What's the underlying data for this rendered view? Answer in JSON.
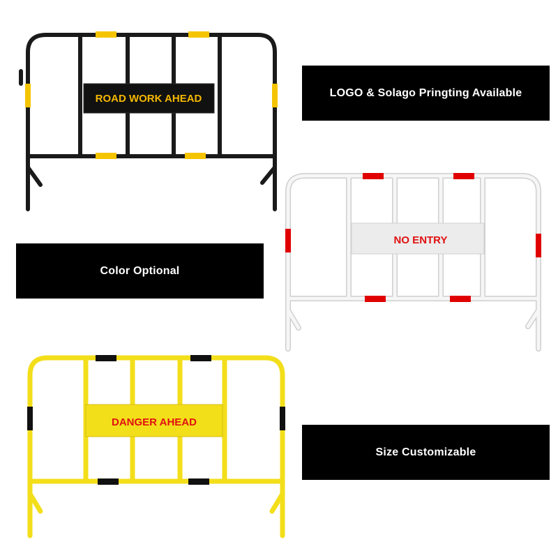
{
  "banners": {
    "logo": "LOGO & Solago Pringting Available",
    "color": "Color Optional",
    "size": "Size Customizable"
  },
  "barriers": [
    {
      "id": "black",
      "sign": "ROAD WORK AHEAD",
      "frame_color": "#1a1a1a",
      "stripe_color": "#f5c400",
      "sign_bg": "#111111",
      "sign_text_color": "#f5b800"
    },
    {
      "id": "white",
      "sign": "NO ENTRY",
      "frame_color": "#f4f4f4",
      "stripe_color": "#e00000",
      "sign_bg": "#ececec",
      "sign_text_color": "#e01010"
    },
    {
      "id": "yellow",
      "sign": "DANGER AHEAD",
      "frame_color": "#f3de1a",
      "stripe_color": "#111111",
      "sign_bg": "#f3de1a",
      "sign_text_color": "#e01010"
    }
  ]
}
